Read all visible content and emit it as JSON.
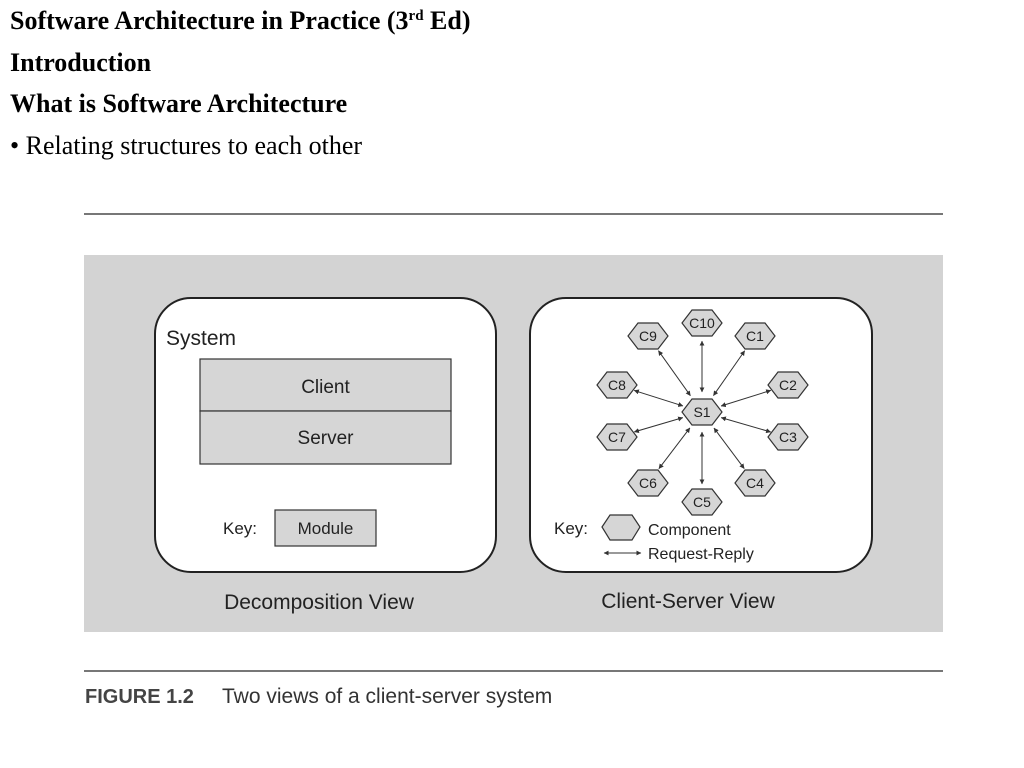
{
  "slide": {
    "title_prefix": "Software Architecture in Practice (3",
    "title_sup": "rd",
    "title_suffix": " Ed)",
    "subtitle": "Introduction",
    "heading": "What is Software Architecture",
    "bullet": "• Relating structures to each other"
  },
  "figure": {
    "decomposition": {
      "system_label": "System",
      "modules": [
        "Client",
        "Server"
      ],
      "key_label": "Key:",
      "key_module": "Module",
      "view_label": "Decomposition View"
    },
    "client_server": {
      "server": "S1",
      "clients": [
        "C1",
        "C2",
        "C3",
        "C4",
        "C5",
        "C6",
        "C7",
        "C8",
        "C9",
        "C10"
      ],
      "key_label": "Key:",
      "key_component": "Component",
      "key_connector": "Request-Reply",
      "view_label": "Client-Server View"
    },
    "caption_number": "FIGURE 1.2",
    "caption_text": "Two views of a client-server system",
    "colors": {
      "panel_bg": "#d3d3d3",
      "box_fill": "#d6d6d6",
      "stroke": "#222222",
      "rule": "#777777"
    }
  }
}
